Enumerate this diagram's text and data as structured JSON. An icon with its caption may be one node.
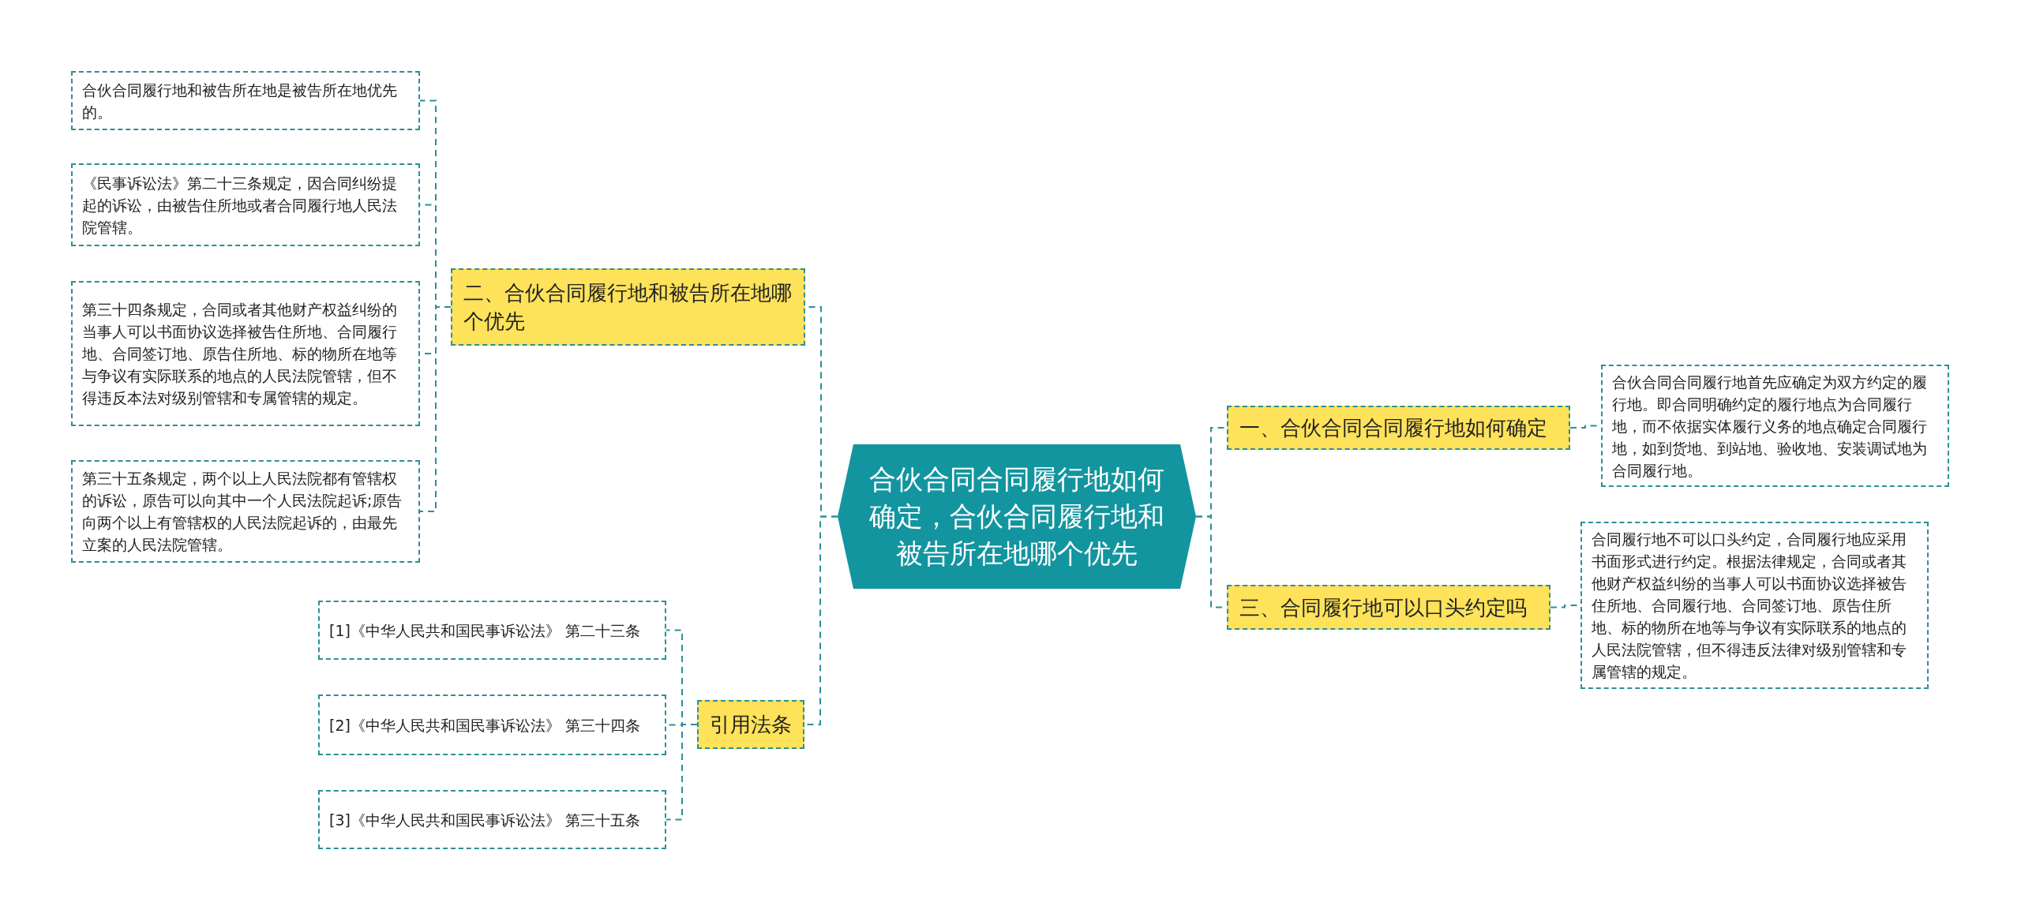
{
  "diagram": {
    "nodes": [
      {
        "text": [
          "合伙合同合同履行地如何确定，合伙合同履行地和被告所在地哪个优先"
        ]
      },
      {
        "text": [
          "一、合伙合同合同履行地如何确定"
        ]
      },
      {
        "text": [
          "合伙合同合同履行地首先应确定为双方约定的履行地。即合同明确约定的履行地点为合同履行地，而不依据实体履行义务的地点确定合同履行地，如到货地、到站地、验收地、安装调试地为合同履行地。"
        ]
      },
      {
        "text": [
          "三、合同履行地可以口头约定吗"
        ]
      },
      {
        "text": [
          "合同履行地不可以口头约定，合同履行地应采用书面形式进行约定。根据法律规定，合同或者其他财产权益纠纷的当事人可以书面协议选择被告住所地、合同履行地、合同签订地、原告住所地、标的物所在地等与争议有实际联系的地点的人民法院管辖，但不得违反法律对级别管辖和专属管辖的规定。"
        ]
      },
      {
        "text": [
          "二、合伙合同履行地和被告所在地哪个优先"
        ]
      },
      {
        "text": [
          "合伙合同履行地和被告所在地是被告所在地优先的。"
        ]
      },
      {
        "text": [
          "《民事诉讼法》第二十三条规定，因合同纠纷提起的诉讼，由被告住所地或者合同履行地人民法院管辖。"
        ]
      },
      {
        "text": [
          "第三十四条规定，合同或者其他财产权益纠纷的当事人可以书面协议选择被告住所地、合同履行地、合同签订地、原告住所地、标的物所在地等与争议有实际联系的地点的人民法院管辖，但不得违反本法对级别管辖和专属管辖的规定。"
        ]
      },
      {
        "text": [
          "第三十五条规定，两个以上人民法院都有管辖权的诉讼，原告可以向其中一个人民法院起诉;原告向两个以上有管辖权的人民法院起诉的，由最先立案的人民法院管辖。"
        ]
      },
      {
        "text": [
          "引用法条"
        ]
      },
      {
        "text": [
          "[1]《中华人民共和国民事诉讼法》 第二十三条"
        ]
      },
      {
        "text": [
          "[2]《中华人民共和国民事诉讼法》 第三十四条"
        ]
      },
      {
        "text": [
          "[3]《中华人民共和国民事诉讼法》 第三十五条"
        ]
      }
    ],
    "edges": [
      {
        "from": 0,
        "to": 1,
        "arrow": "none"
      },
      {
        "from": 1,
        "to": 2,
        "arrow": "none"
      },
      {
        "from": 0,
        "to": 3,
        "arrow": "none"
      },
      {
        "from": 3,
        "to": 4,
        "arrow": "none"
      },
      {
        "from": 0,
        "to": 5,
        "arrow": "none"
      },
      {
        "from": 5,
        "to": 6,
        "arrow": "none"
      },
      {
        "from": 5,
        "to": 7,
        "arrow": "none"
      },
      {
        "from": 5,
        "to": 8,
        "arrow": "none"
      },
      {
        "from": 5,
        "to": 9,
        "arrow": "none"
      },
      {
        "from": 0,
        "to": 10,
        "arrow": "none"
      },
      {
        "from": 10,
        "to": 11,
        "arrow": "none"
      },
      {
        "from": 10,
        "to": 12,
        "arrow": "none"
      },
      {
        "from": 10,
        "to": 13,
        "arrow": "none"
      }
    ]
  }
}
